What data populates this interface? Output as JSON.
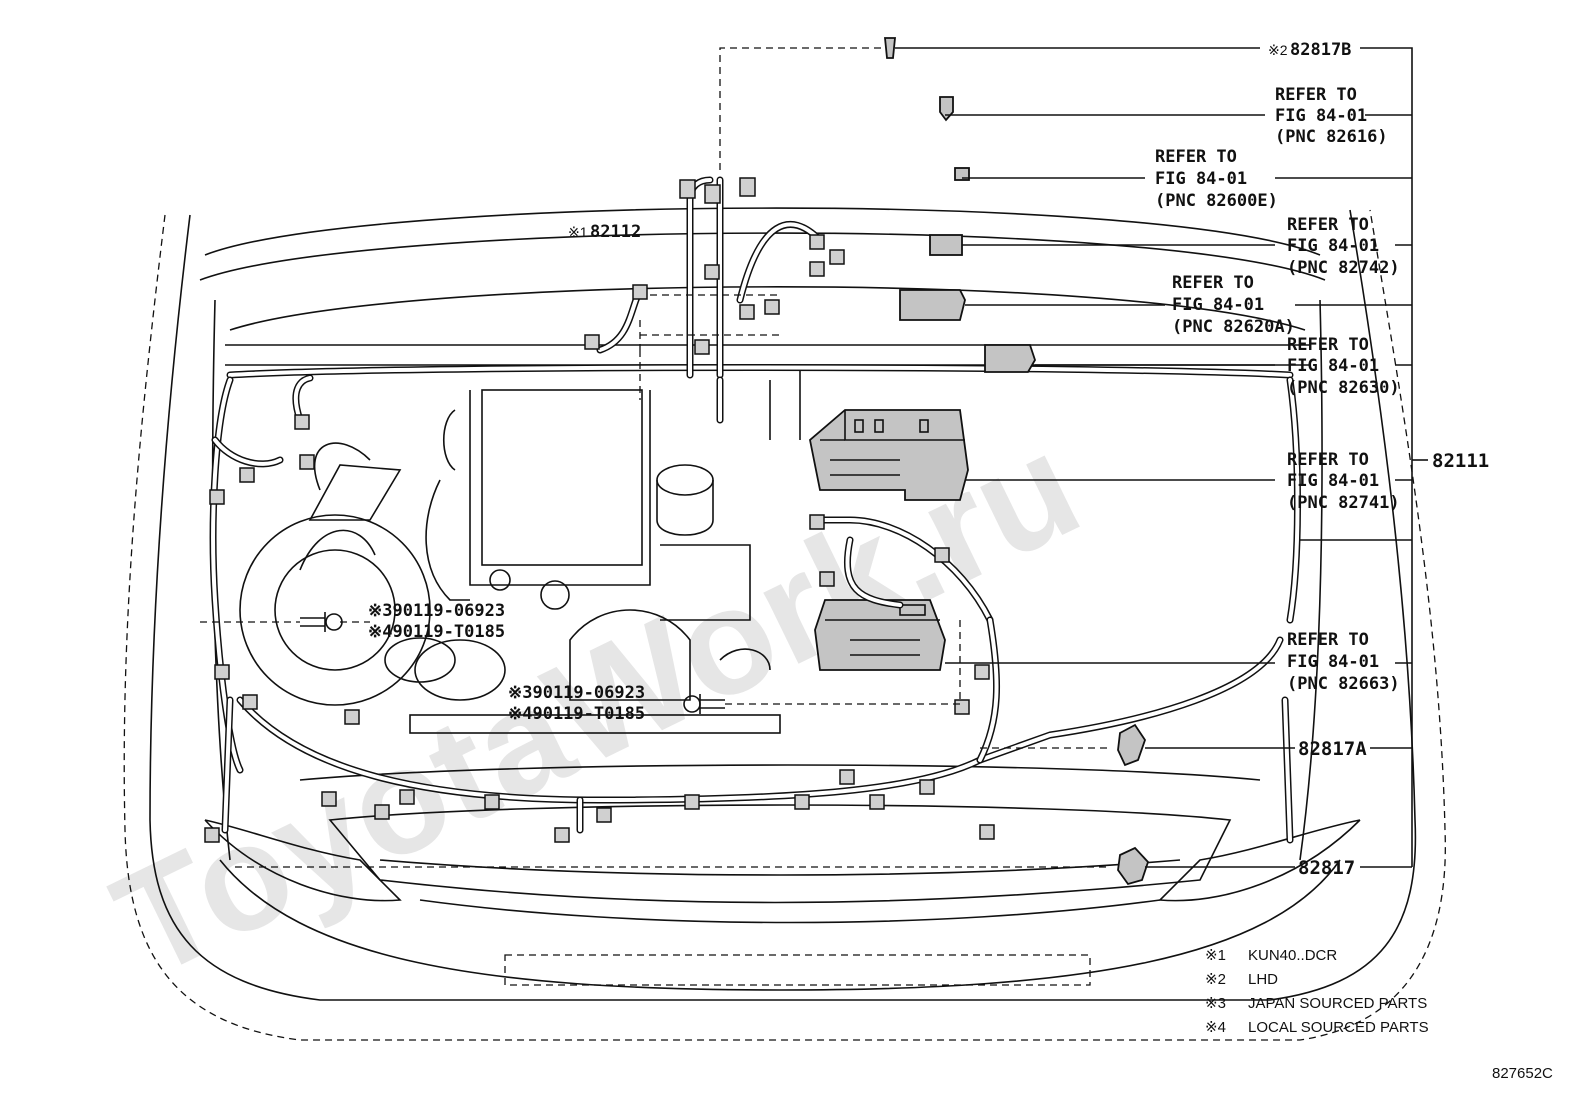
{
  "watermark": "ToyotaWork.ru",
  "drawing_code": "827652C",
  "main_part": {
    "part_no": "82111"
  },
  "callouts": [
    {
      "mark": "※2",
      "part_no": "82817B"
    },
    {
      "line1": "REFER TO",
      "line2": "FIG 84-01",
      "line3": "(PNC 82616)"
    },
    {
      "line1": "REFER TO",
      "line2": "FIG 84-01",
      "line3": "(PNC 82600E)"
    },
    {
      "line1": "REFER TO",
      "line2": "FIG 84-01",
      "line3": "(PNC 82742)"
    },
    {
      "line1": "REFER TO",
      "line2": "FIG 84-01",
      "line3": "(PNC 82620A)"
    },
    {
      "line1": "REFER TO",
      "line2": "FIG 84-01",
      "line3": "(PNC 82630)"
    },
    {
      "line1": "REFER TO",
      "line2": "FIG 84-01",
      "line3": "(PNC 82741)"
    },
    {
      "line1": "REFER TO",
      "line2": "FIG 84-01",
      "line3": "(PNC 82663)"
    },
    {
      "part_no": "82817A"
    },
    {
      "part_no": "82817"
    }
  ],
  "sub_harness": {
    "mark": "※1",
    "part_no": "82112"
  },
  "bolts": [
    {
      "line1": "※390119-06923",
      "line2": "※490119-T0185"
    },
    {
      "line1": "※390119-06923",
      "line2": "※490119-T0185"
    }
  ],
  "legend": [
    {
      "mark": "※1",
      "text": "KUN40..DCR"
    },
    {
      "mark": "※2",
      "text": "LHD"
    },
    {
      "mark": "※3",
      "text": "JAPAN SOURCED PARTS"
    },
    {
      "mark": "※4",
      "text": "LOCAL SOURCED PARTS"
    }
  ]
}
